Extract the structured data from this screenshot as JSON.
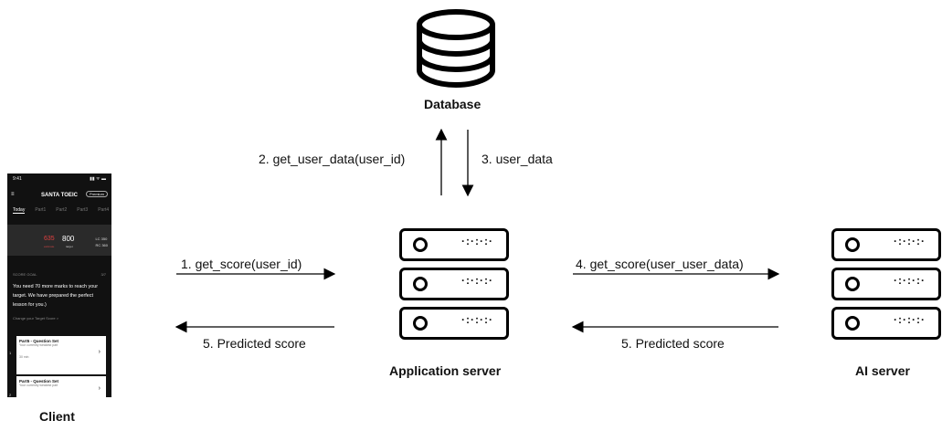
{
  "database": {
    "label": "Database",
    "icon": "database-icon"
  },
  "app_server": {
    "label": "Application server",
    "icon": "server-stack-icon"
  },
  "ai_server": {
    "label": "AI server",
    "icon": "server-stack-icon"
  },
  "client": {
    "label": "Client",
    "phone": {
      "time": "9:41",
      "signal": "▮▮ ᯤ ▬",
      "menu": "≡",
      "title": "SANTA TOEIC",
      "button": "Premium",
      "tabs": [
        "Today",
        "Part1",
        "Part2",
        "Part3",
        "Part4"
      ],
      "current_score": "635",
      "current_label": "estimate",
      "target_score": "800",
      "target_label": "target",
      "lc": "LC 350",
      "rc": "RC 360",
      "score_goal": "SCORE GOAL",
      "score_goal_count": "3/7",
      "message": "You need 70 more marks to reach your target. We have prepared the perfect lesson for you.)",
      "change_target": "Change your Target Score  >",
      "questions": [
        {
          "num": "1",
          "title": "Part5 - Question Set",
          "sub": "Your currently weakest part",
          "time": "30 min"
        },
        {
          "num": "2",
          "title": "Part5 - Question Set",
          "sub": "Your currently weakest part",
          "time": ""
        }
      ]
    }
  },
  "arrows": {
    "get_user_data": "2. get_user_data(user_id)",
    "user_data": "3. user_data",
    "get_score": "1. get_score(user_id)",
    "predicted_client": "5. Predicted score",
    "get_score_ai": "4. get_score(user_user_data)",
    "predicted_ai": "5. Predicted score"
  }
}
